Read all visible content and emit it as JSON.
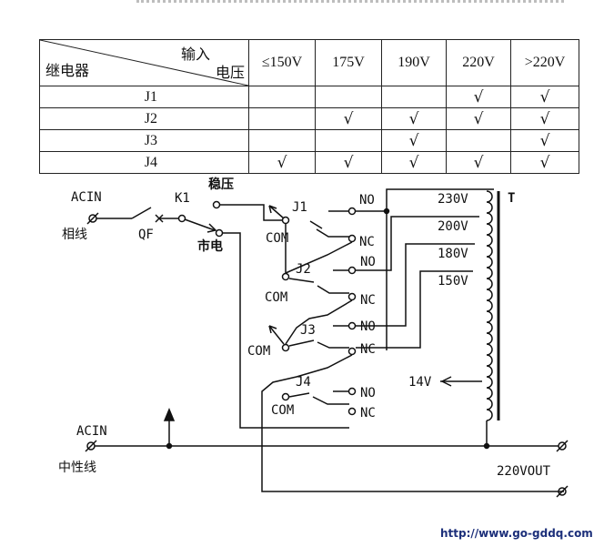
{
  "table": {
    "header_input": "输入",
    "header_voltage": "电压",
    "header_relay": "继电器",
    "columns": [
      "≤150V",
      "175V",
      "190V",
      "220V",
      ">220V"
    ],
    "check_mark": "√",
    "rows": [
      {
        "relay": "J1",
        "checks": [
          false,
          false,
          false,
          true,
          true
        ]
      },
      {
        "relay": "J2",
        "checks": [
          false,
          true,
          true,
          true,
          true
        ]
      },
      {
        "relay": "J3",
        "checks": [
          false,
          false,
          true,
          false,
          true
        ]
      },
      {
        "relay": "J4",
        "checks": [
          true,
          true,
          true,
          true,
          true
        ]
      }
    ]
  },
  "circuit": {
    "acin_top": "ACIN",
    "phase_line": "相线",
    "qf": "QF",
    "k1": "K1",
    "stabilized": "稳压",
    "mains": "市电",
    "j1": "J1",
    "j2": "J2",
    "j3": "J3",
    "j4": "J4",
    "com": "COM",
    "no": "NO",
    "nc": "NC",
    "tap_230": "230V",
    "tap_200": "200V",
    "tap_180": "180V",
    "tap_150": "150V",
    "tap_14": "14V",
    "transformer": "T",
    "acin_bottom": "ACIN",
    "neutral_line": "中性线",
    "output": "220VOUT"
  },
  "footer_url": "http://www.go-gddq.com"
}
